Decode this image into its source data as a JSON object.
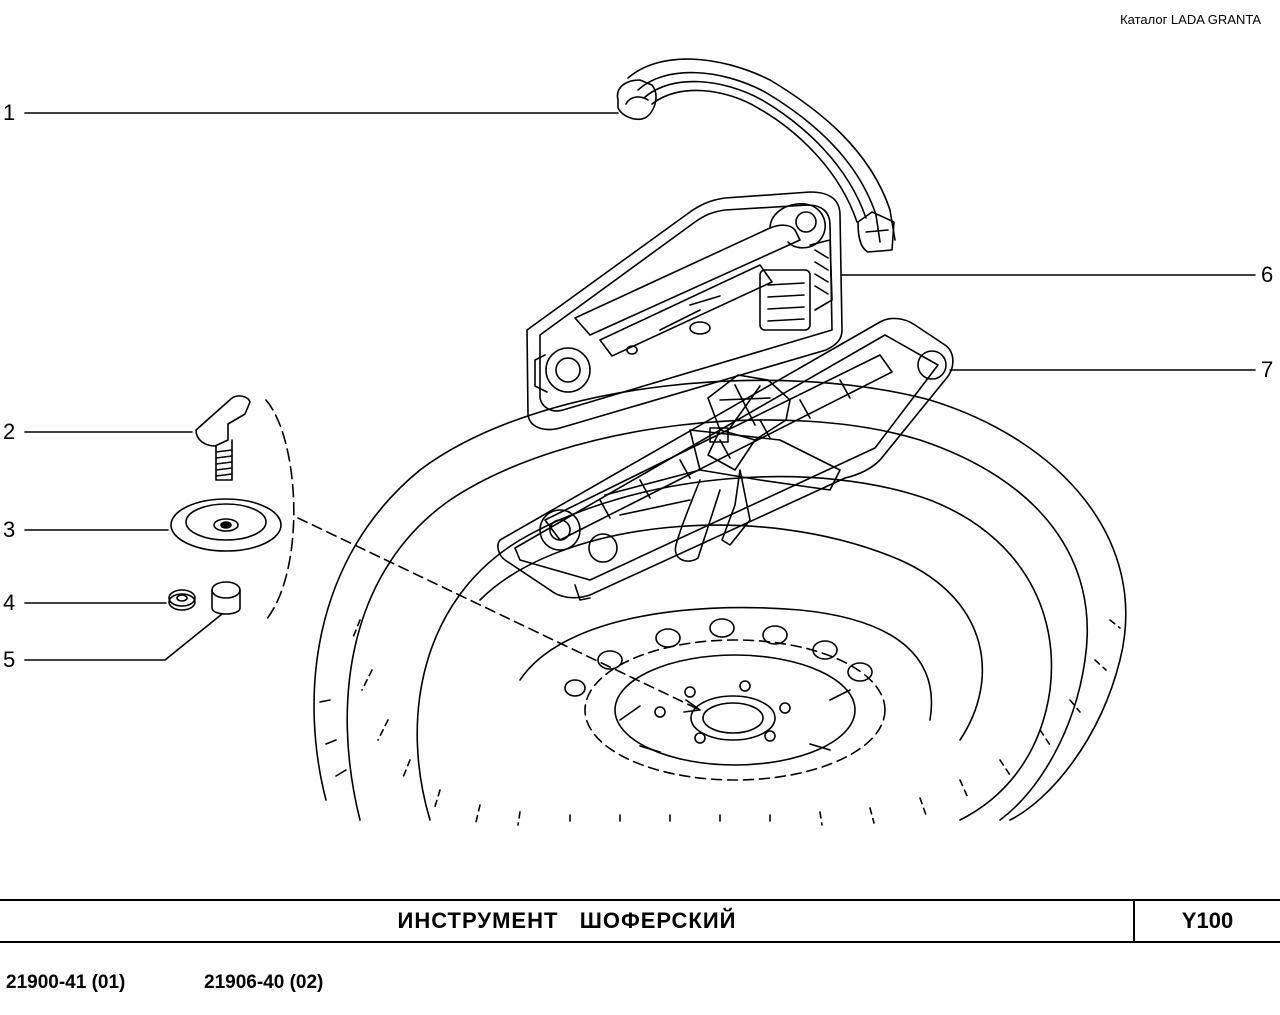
{
  "header": {
    "catalog": "Каталог LADA  GRANTA"
  },
  "callouts": [
    "1",
    "2",
    "3",
    "4",
    "5",
    "6",
    "7"
  ],
  "title_block": {
    "title": "ИНСТРУМЕНТ   ШОФЕРСКИЙ",
    "code": "Y100"
  },
  "models": [
    "21900-41 (01)",
    "21906-40 (02)"
  ]
}
